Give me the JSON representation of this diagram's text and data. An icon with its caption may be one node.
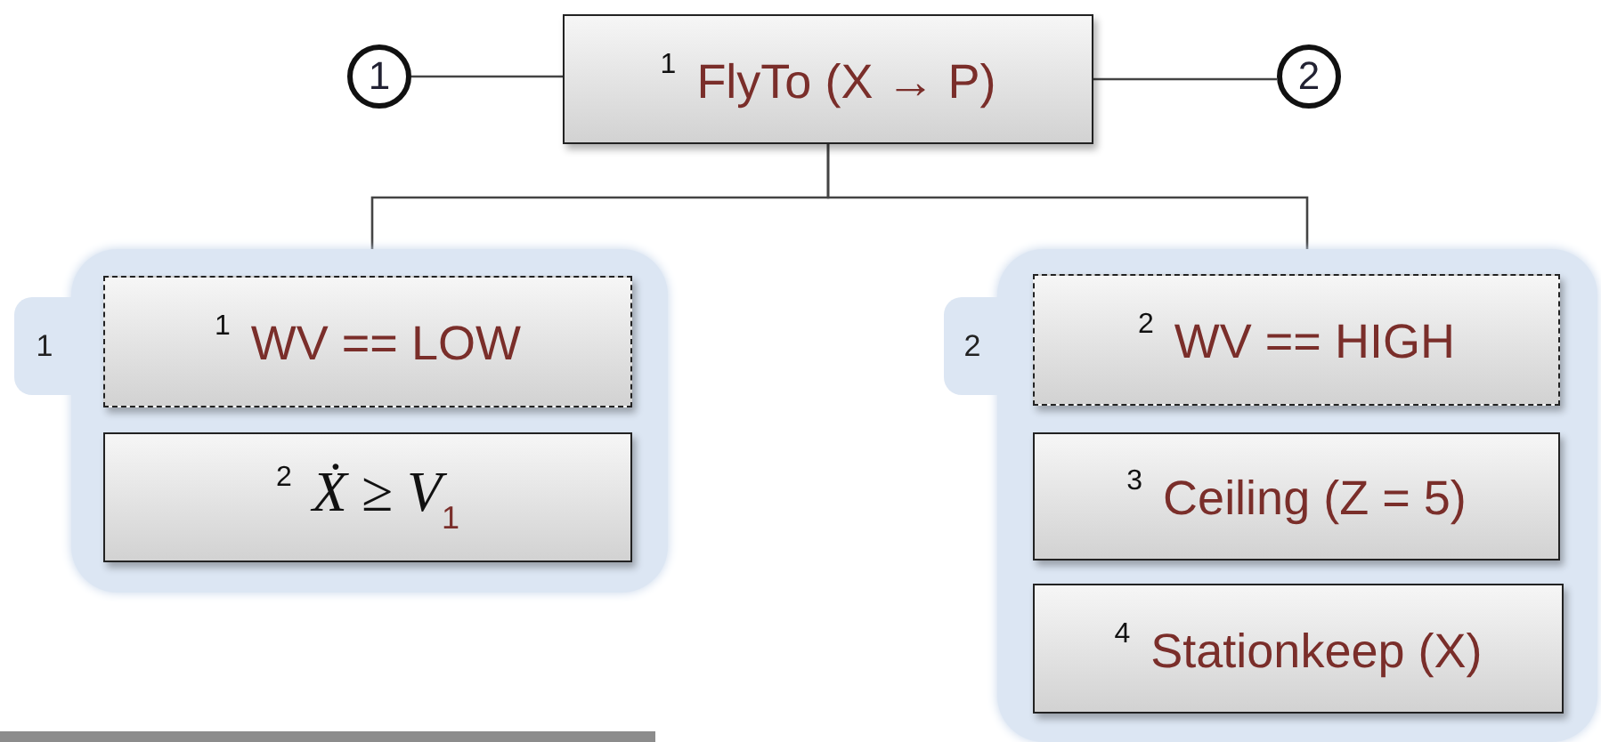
{
  "diagram": {
    "nodes": [
      {
        "text": [
          "1"
        ]
      },
      {
        "text": [
          "$^{1}$ FlyTo (X → P)"
        ]
      },
      {
        "text": [
          "2"
        ]
      },
      {
        "text": [
          "1"
        ]
      },
      {
        "text": [
          "$^{1}$ WV == LOW"
        ],
        "in": 3
      },
      {
        "text": [
          "$^{2}$ *Ẋ ≥ V*$_{1}$"
        ],
        "in": 3
      },
      {
        "text": [
          "2"
        ]
      },
      {
        "text": [
          "$^{2}$ WV == HIGH"
        ],
        "in": 6
      },
      {
        "text": [
          "$^{3}$ Ceiling (Z = 5)"
        ],
        "in": 6
      },
      {
        "text": [
          "$^{4}$ Stationkeep (X)"
        ],
        "in": 6
      }
    ],
    "edges": [
      {
        "from": 0,
        "to": 1,
        "arrow": "none"
      },
      {
        "from": 1,
        "to": 2,
        "arrow": "none"
      },
      {
        "from": 1,
        "to": 3,
        "arrow": "none"
      },
      {
        "from": 1,
        "to": 6,
        "arrow": "none"
      }
    ]
  }
}
